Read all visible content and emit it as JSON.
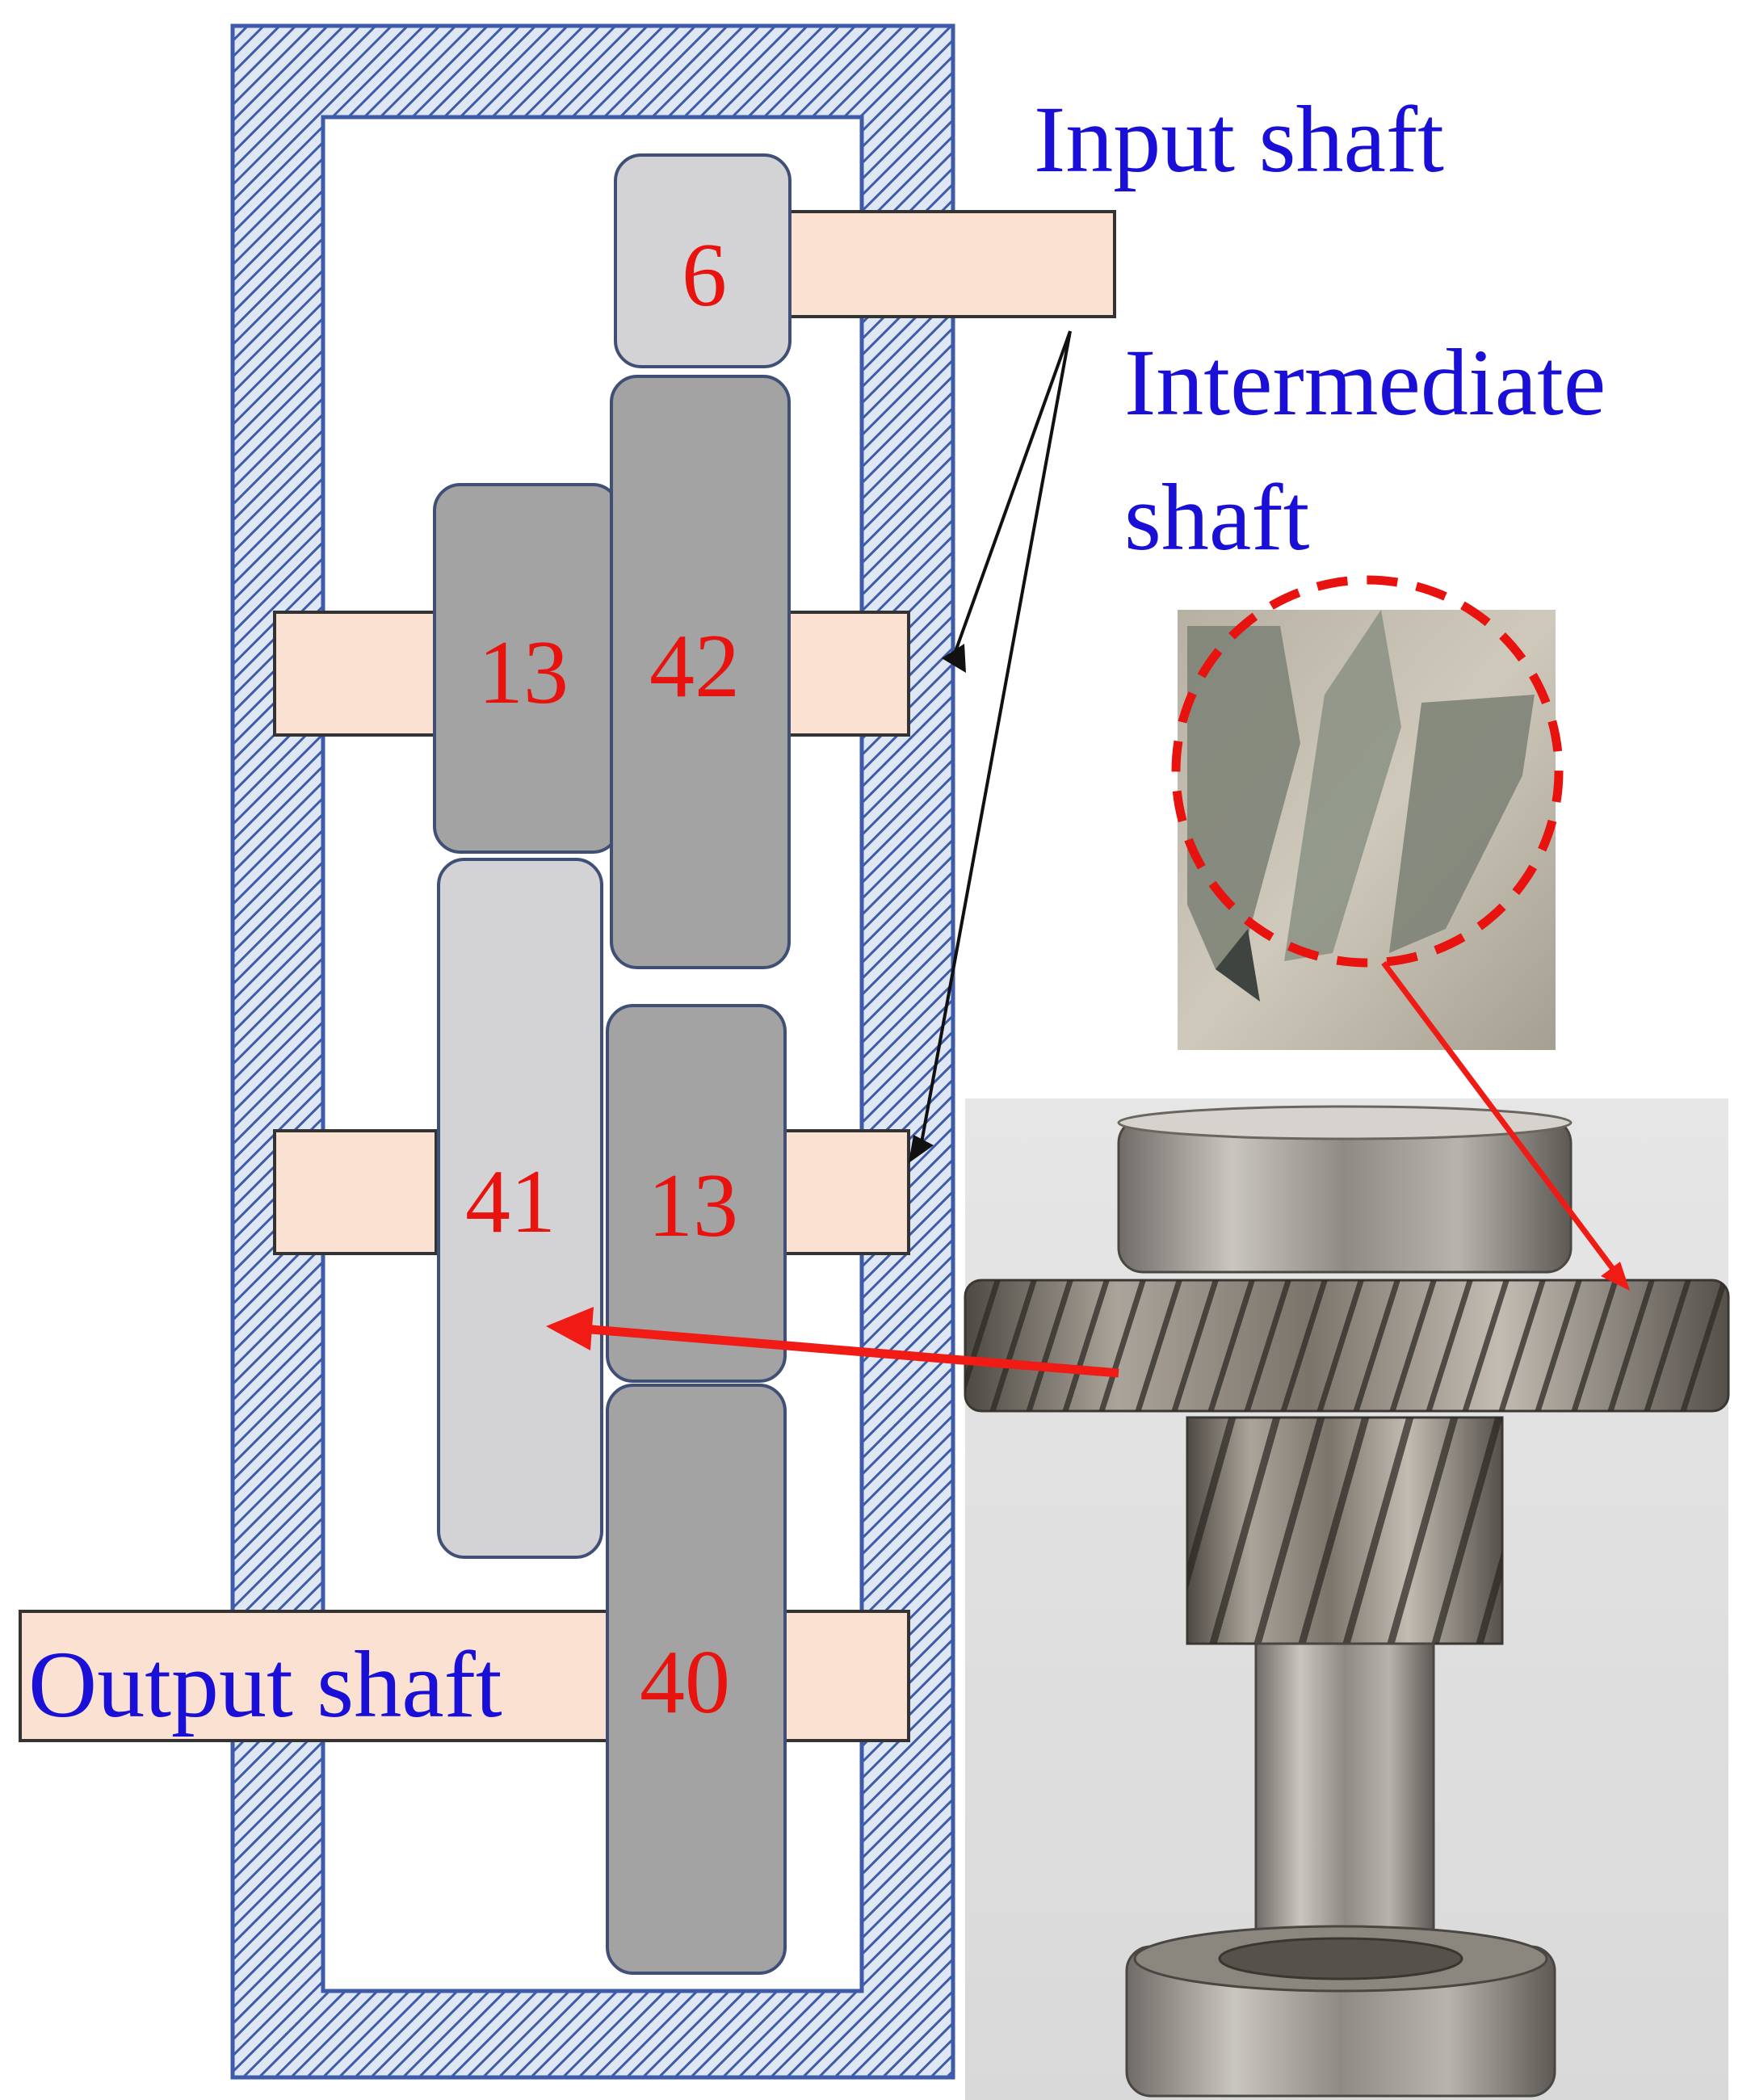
{
  "labels": {
    "input_shaft": "Input shaft",
    "intermediate_shaft_line1": "Intermediate",
    "intermediate_shaft_line2": "shaft",
    "output_shaft": "Output shaft"
  },
  "gears": {
    "input_gear": "6",
    "intermediate_upper_small": "13",
    "intermediate_upper_large": "42",
    "intermediate_lower_large": "41",
    "intermediate_lower_small": "13",
    "output_gear": "40"
  },
  "colors": {
    "label_blue": "#1a0fd6",
    "tooth_count_red": "#e8130f",
    "housing_hatch": "#3d5ba8",
    "shaft_fill": "#fbe1d2",
    "gear_dark": "#a3a3a3",
    "gear_light": "#d3d3d5",
    "gear_outline": "#3f4f75",
    "arrow_red": "#ef1b14"
  }
}
